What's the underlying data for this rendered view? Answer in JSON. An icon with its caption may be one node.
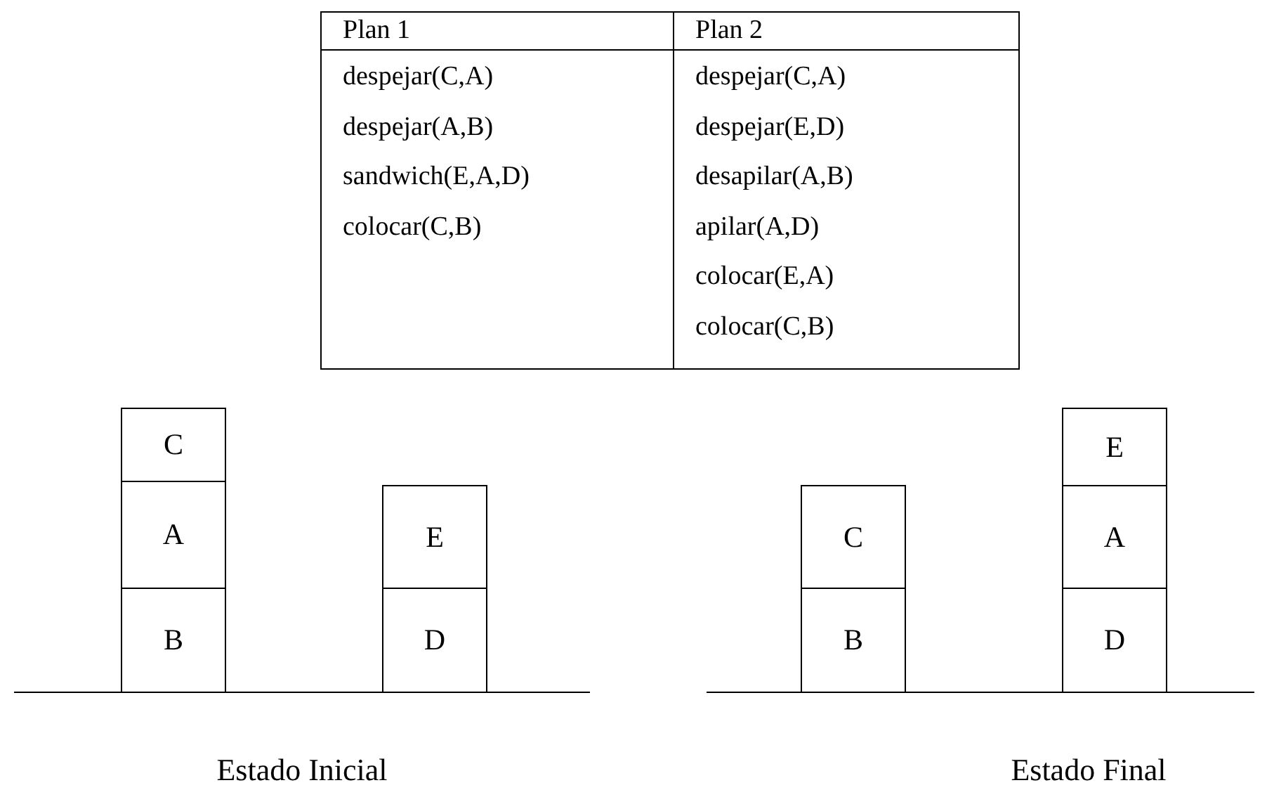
{
  "diagram": {
    "nodes": [
      {
        "text": [
          "C"
        ]
      },
      {
        "text": [
          "A"
        ]
      },
      {
        "text": [
          "B"
        ]
      },
      {
        "text": [
          "E"
        ]
      },
      {
        "text": [
          "D"
        ]
      },
      {
        "text": [
          "C"
        ]
      },
      {
        "text": [
          "B"
        ]
      },
      {
        "text": [
          "E"
        ]
      },
      {
        "text": [
          "A"
        ]
      },
      {
        "text": [
          "D"
        ]
      }
    ],
    "edges": [],
    "labels": [
      "Plan 1",
      "Plan 2",
      "despejar(C,A)",
      "despejar(C,A)",
      "despejar(A,B)",
      "despejar(E,D)",
      "sandwich(E,A,D)",
      "desapilar(A,B)",
      "colocar(C,B)",
      "apilar(A,D)",
      "colocar(E,A)",
      "colocar(C,B)",
      "Estado Inicial",
      "Estado Final"
    ]
  }
}
